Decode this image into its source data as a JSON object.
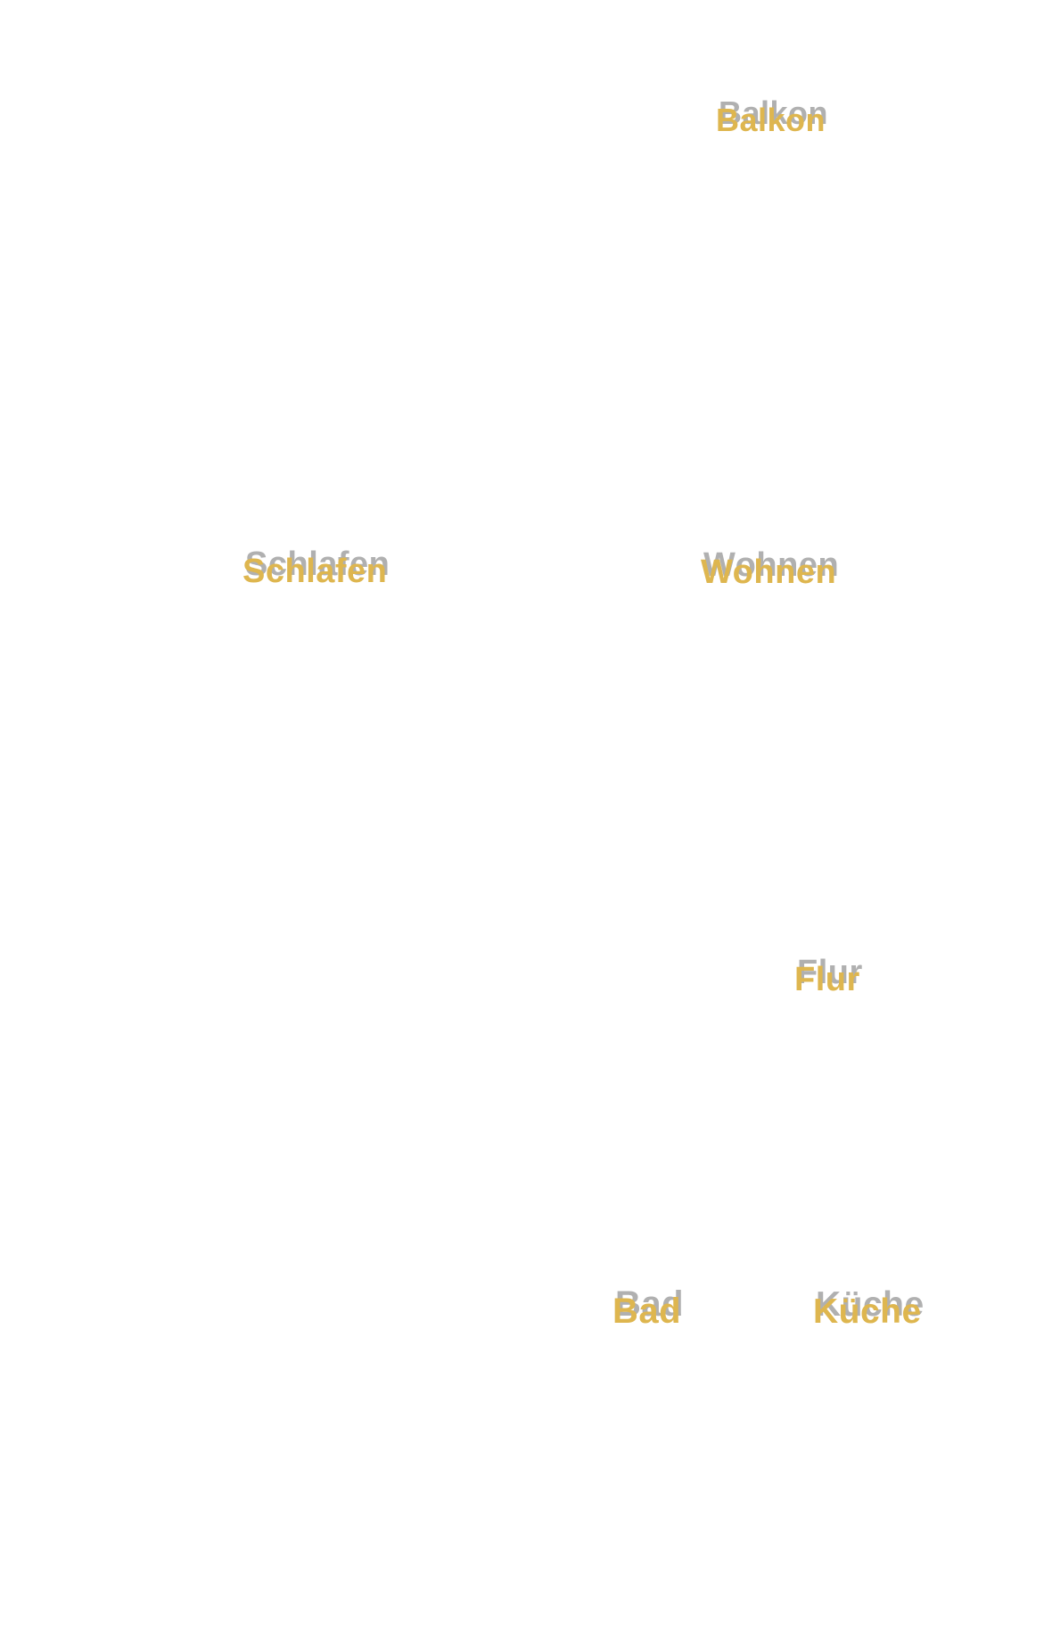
{
  "floorplan": {
    "type": "apartment-floor-plan",
    "labels": [
      {
        "id": "balkon",
        "text": "Balkon"
      },
      {
        "id": "schlafen",
        "text": "Schlafen"
      },
      {
        "id": "wohnen",
        "text": "Wohnen"
      },
      {
        "id": "flur",
        "text": "Flur"
      },
      {
        "id": "bad",
        "text": "Bad"
      },
      {
        "id": "kueche",
        "text": "Küche"
      }
    ],
    "colors": {
      "label_fill": "#deb64f",
      "label_shadow": "#b0b0b0",
      "background": "#ffffff"
    }
  }
}
